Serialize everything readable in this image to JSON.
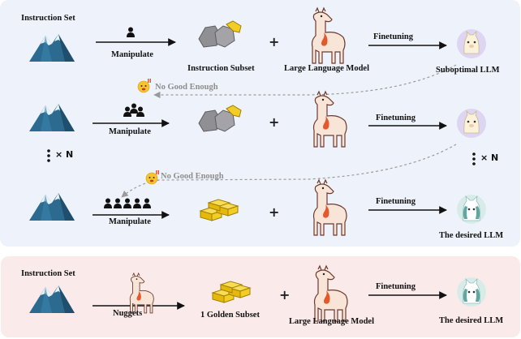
{
  "rows": {
    "r1": {
      "title": "Instruction Set",
      "arrow1": "Manipulate",
      "data": "Instruction Subset",
      "model": "Large Language Model",
      "arrow2": "Finetuning",
      "result": "Suboptimal LLM",
      "feedback": "No Good Enough"
    },
    "r2": {
      "arrow1": "Manipulate",
      "arrow2": "Finetuning",
      "feedback": "No Good Enough"
    },
    "r3": {
      "arrow1": "Manipulate",
      "arrow2": "Finetuning",
      "result": "The desired LLM"
    },
    "bottom": {
      "title": "Instruction Set",
      "arrow1": "Nuggets",
      "data": "1 Golden Subset",
      "model": "Large Language Model",
      "arrow2": "Finetuning",
      "result": "The desired LLM"
    }
  },
  "plus": "+",
  "repeat": "× N",
  "colors": {
    "top_panel": "#eef3fb",
    "bottom_panel": "#fbeaea",
    "mountain": "#2c6a8f",
    "snow": "#e8f3f8",
    "gold": "#f2cd24",
    "rock": "#8f8f94",
    "llama_body": "#f9e4d8",
    "llama_outline": "#6b3a2e",
    "fire": "#e4592b",
    "suboptimal_llm_bg": "#ddd5f2",
    "desired_llm_bg": "#d7ece9",
    "dashed": "#9a9a9a"
  }
}
